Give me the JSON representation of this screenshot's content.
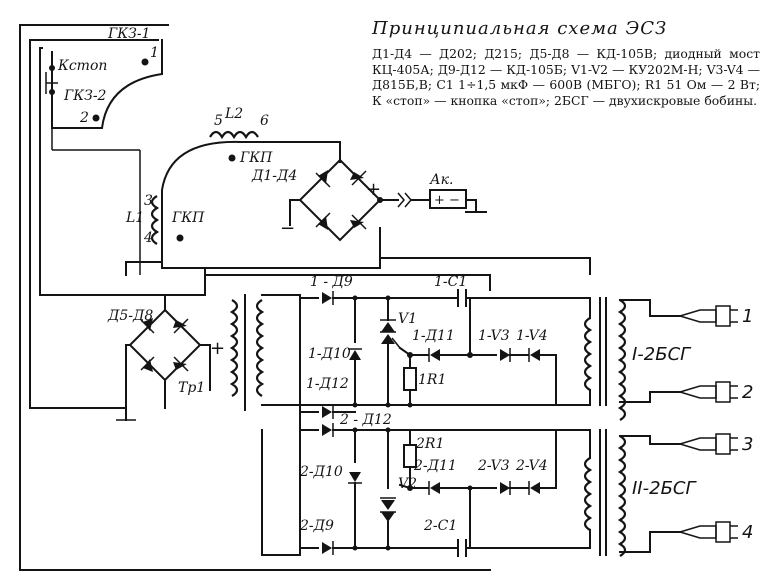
{
  "title": "Принципиальная схема ЭСЗ",
  "legend": [
    "Д1-Д4 — Д202; Д215; Д5-Д8 — КД-105В; диодный мост КЦ-405А; Д9-Д12 — КД-105Б; V1-V2 — КУ202М-Н; V3-V4 — Д815Б,В; С1 1÷1,5 мкФ — 600В (МБГО); R1 51 Ом — 2 Вт; К «стоп» — кнопка «стоп»; 2БСГ — двухискровые бобины."
  ],
  "labels": {
    "gkz1": "ГКЗ-1",
    "gkz2": "ГКЗ-2",
    "kstop": "Кстоп",
    "pin1": "1",
    "pin2": "2",
    "pin3": "3",
    "pin4": "4",
    "pin5": "5",
    "pin6": "6",
    "l1": "L1",
    "l2": "L2",
    "gkp_top": "ГКП",
    "gkp_left": "ГКП",
    "d1d4": "Д1-Д4",
    "plus_main": "+",
    "minus_main": "−",
    "ak": "Ак.",
    "ak_pol": "+ −",
    "d5d8": "Д5-Д8",
    "tr1": "Тр1",
    "plus_tr": "+",
    "d9_1": "1 - Д9",
    "c1_1": "1-С1",
    "v1": "V1",
    "d11_1": "1-Д11",
    "v3_1": "1-V3",
    "v4_1": "1-V4",
    "d10_1": "1-Д10",
    "d12_1": "1-Д12",
    "r1_1": "1R1",
    "d12_2": "2 - Д12",
    "r1_2": "2R1",
    "d11_2": "2-Д11",
    "v3_2": "2-V3",
    "v4_2": "2-V4",
    "v2": "V2",
    "d10_2": "2-Д10",
    "d9_2": "2-Д9",
    "c1_2": "2-С1",
    "bsg1": "I-2БСГ",
    "bsg2": "II-2БСГ",
    "plug1": "1",
    "plug2": "2",
    "plug3": "3",
    "plug4": "4"
  }
}
